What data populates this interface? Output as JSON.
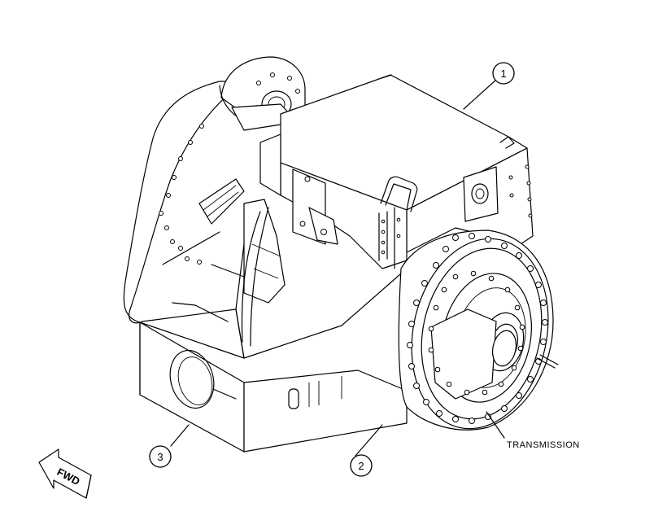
{
  "callouts": [
    {
      "number": "1"
    },
    {
      "number": "2"
    },
    {
      "number": "3"
    }
  ],
  "labels": {
    "transmission": "TRANSMISSION"
  },
  "direction_arrow": {
    "text": "FWD"
  }
}
